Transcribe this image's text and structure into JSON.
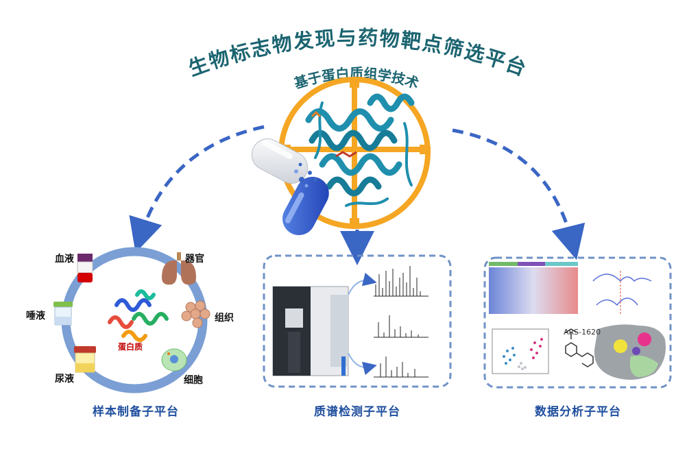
{
  "title": "生物标志物发现与药物靶点筛选平台",
  "subtitle": "基于蛋白质组学技术",
  "platforms": [
    {
      "label": "样本制备子平台"
    },
    {
      "label": "质谱检测子平台"
    },
    {
      "label": "数据分析子平台"
    }
  ],
  "samples": [
    "血液",
    "器官",
    "组织",
    "细胞",
    "尿液",
    "唾液"
  ],
  "center_label": "蛋白质",
  "compound_label": "ARS-1620",
  "colors": {
    "title": "#1b6470",
    "platform_label": "#1f4e9e",
    "arrow": "#3a66c4",
    "target": "#f5a623",
    "ring": "#7b9fd4",
    "protein": "#1f8fad",
    "panel_border": "#6f92c8"
  }
}
